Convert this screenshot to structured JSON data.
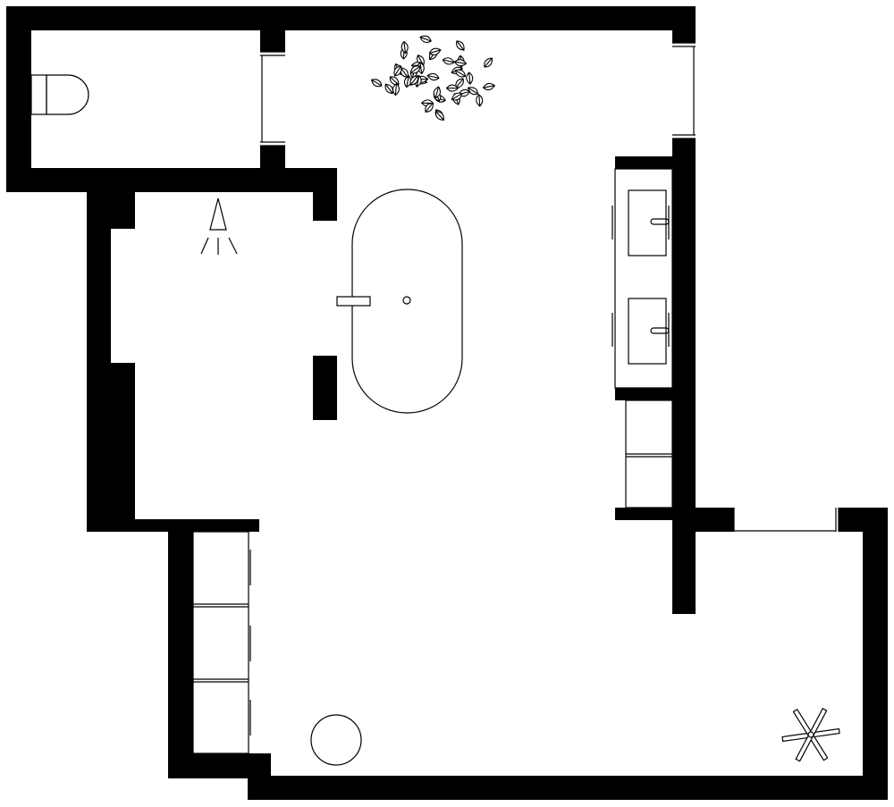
{
  "colors": {
    "wall": "#000000",
    "background": "#ffffff",
    "line": "#000000"
  },
  "plan": {
    "rooms": [
      "wc-room",
      "main-bathroom",
      "lower-dressing-area"
    ],
    "fixtures": [
      {
        "name": "toilet",
        "icon": "toilet-icon"
      },
      {
        "name": "shower",
        "icon": "shower-head-icon"
      },
      {
        "name": "freestanding-bathtub",
        "icon": "bathtub-icon"
      },
      {
        "name": "double-vanity-sink-upper",
        "icon": "sink-icon"
      },
      {
        "name": "double-vanity-sink-lower",
        "icon": "sink-icon"
      },
      {
        "name": "potted-plant",
        "icon": "plant-icon"
      },
      {
        "name": "round-stool",
        "icon": "circle-stool-icon"
      },
      {
        "name": "ceiling-fan",
        "icon": "fan-icon"
      },
      {
        "name": "wardrobe-cabinets",
        "icon": "cabinet-icon"
      }
    ]
  }
}
